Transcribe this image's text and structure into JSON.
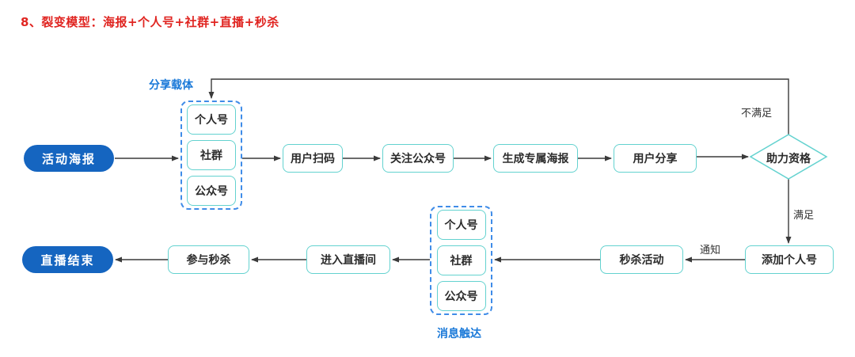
{
  "title": "8、裂变模型：海报+个人号+社群+直播+秒杀",
  "diagram": {
    "start_node": "活动海报",
    "end_node": "直播结束",
    "steps": {
      "scan": "用户扫码",
      "follow": "关注公众号",
      "generate": "生成专属海报",
      "share": "用户分享",
      "add_personal": "添加个人号",
      "flash_sale": "秒杀活动",
      "enter_live": "进入直播间",
      "join_seckill": "参与秒杀"
    },
    "decision": {
      "label": "助力资格",
      "branch_no": "不满足",
      "branch_yes": "满足"
    },
    "edge_labels": {
      "notify": "通知"
    },
    "carrier_group_top": {
      "label": "分享载体",
      "items": [
        "个人号",
        "社群",
        "公众号"
      ]
    },
    "carrier_group_bottom": {
      "label": "消息触达",
      "items": [
        "个人号",
        "社群",
        "公众号"
      ]
    }
  },
  "colors": {
    "title_red": "#e02420",
    "pill_blue": "#1565c0",
    "label_blue": "#1878d8",
    "group_dashed_blue": "#3f8ce8",
    "node_border_teal": "#63d2cf",
    "connector_dark": "#3a3a3a"
  }
}
